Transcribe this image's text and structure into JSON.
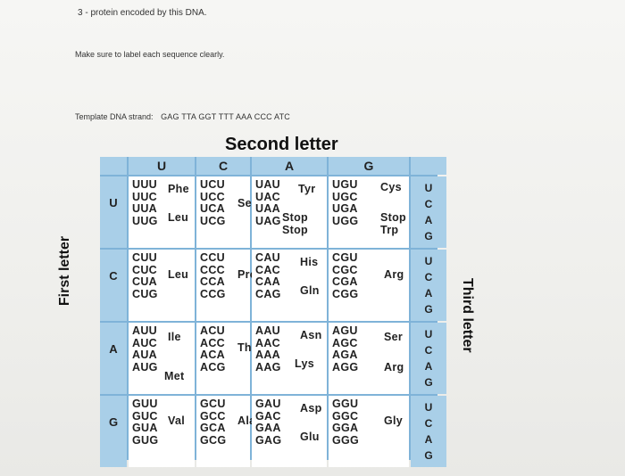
{
  "question": {
    "title": "3 - protein encoded by this DNA."
  },
  "instruction": "Make sure to label each sequence clearly.",
  "template": {
    "label": "Template DNA strand:",
    "sequence": "GAG TTA GGT TTT AAA CCC ATC"
  },
  "labels": {
    "second": "Second letter",
    "first": "First letter",
    "third": "Third letter"
  },
  "second_letters": [
    "U",
    "C",
    "A",
    "G"
  ],
  "first_letters": [
    "U",
    "C",
    "A",
    "G"
  ],
  "third_letters": [
    "U",
    "C",
    "A",
    "G"
  ],
  "rows": [
    {
      "U": {
        "codons": [
          "UUU",
          "UUC",
          "UUA",
          "UUG"
        ],
        "aa": [
          "Phe",
          "Leu"
        ]
      },
      "C": {
        "codons": [
          "UCU",
          "UCC",
          "UCA",
          "UCG"
        ],
        "aa": [
          "Ser"
        ]
      },
      "A": {
        "codons": [
          "UAU",
          "UAC",
          "UAA",
          "UAG"
        ],
        "aa": [
          "Tyr",
          "Stop",
          "Stop"
        ]
      },
      "G": {
        "codons": [
          "UGU",
          "UGC",
          "UGA",
          "UGG"
        ],
        "aa": [
          "Cys",
          "Stop",
          "Trp"
        ]
      }
    },
    {
      "U": {
        "codons": [
          "CUU",
          "CUC",
          "CUA",
          "CUG"
        ],
        "aa": [
          "Leu"
        ]
      },
      "C": {
        "codons": [
          "CCU",
          "CCC",
          "CCA",
          "CCG"
        ],
        "aa": [
          "Pro"
        ]
      },
      "A": {
        "codons": [
          "CAU",
          "CAC",
          "CAA",
          "CAG"
        ],
        "aa": [
          "His",
          "Gln"
        ]
      },
      "G": {
        "codons": [
          "CGU",
          "CGC",
          "CGA",
          "CGG"
        ],
        "aa": [
          "Arg"
        ]
      }
    },
    {
      "U": {
        "codons": [
          "AUU",
          "AUC",
          "AUA",
          "AUG"
        ],
        "aa": [
          "Ile",
          "Met"
        ]
      },
      "C": {
        "codons": [
          "ACU",
          "ACC",
          "ACA",
          "ACG"
        ],
        "aa": [
          "Thr"
        ]
      },
      "A": {
        "codons": [
          "AAU",
          "AAC",
          "AAA",
          "AAG"
        ],
        "aa": [
          "Asn",
          "Lys"
        ]
      },
      "G": {
        "codons": [
          "AGU",
          "AGC",
          "AGA",
          "AGG"
        ],
        "aa": [
          "Ser",
          "Arg"
        ]
      }
    },
    {
      "U": {
        "codons": [
          "GUU",
          "GUC",
          "GUA",
          "GUG"
        ],
        "aa": [
          "Val"
        ]
      },
      "C": {
        "codons": [
          "GCU",
          "GCC",
          "GCA",
          "GCG"
        ],
        "aa": [
          "Ala"
        ]
      },
      "A": {
        "codons": [
          "GAU",
          "GAC",
          "GAA",
          "GAG"
        ],
        "aa": [
          "Asp",
          "Glu"
        ]
      },
      "G": {
        "codons": [
          "GGU",
          "GGC",
          "GGA",
          "GGG"
        ],
        "aa": [
          "Gly"
        ]
      }
    }
  ],
  "colors": {
    "header_bg": "#a9cfe8",
    "grid_line": "#7fb3d8",
    "cell_bg": "#ffffff"
  }
}
